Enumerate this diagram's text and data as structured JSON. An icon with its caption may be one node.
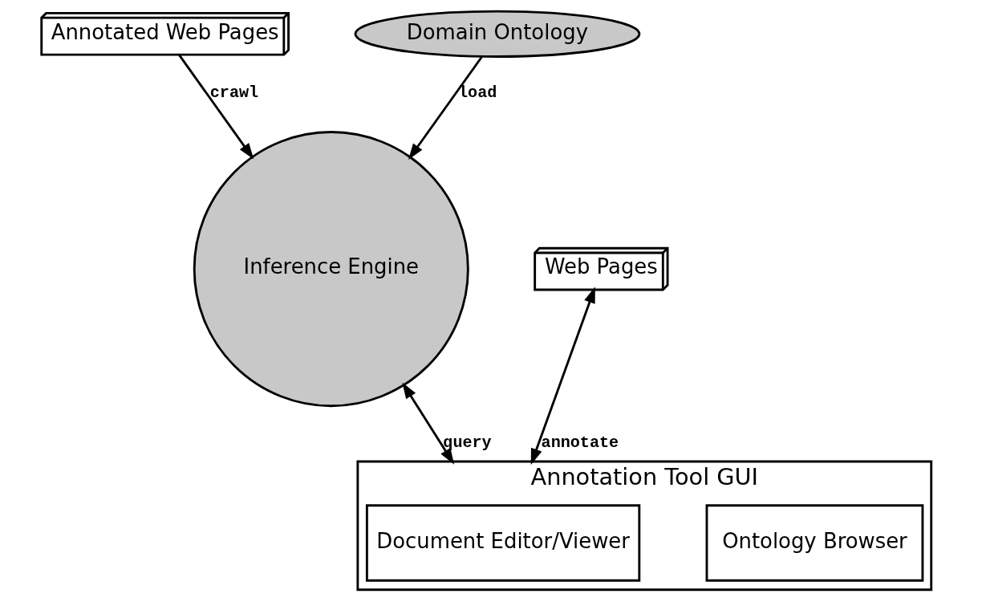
{
  "diagram": {
    "nodes": [
      {
        "text": [
          "Annotated Web Pages"
        ]
      },
      {
        "text": [
          "Domain Ontology"
        ]
      },
      {
        "text": [
          "Web Pages"
        ]
      },
      {
        "text": [
          "Inference Engine"
        ]
      },
      {
        "text": [
          "Annotation Tool GUI"
        ]
      },
      {
        "text": [
          "Ontology Browser"
        ],
        "in": 4
      },
      {
        "text": [
          "Document Editor/Viewer"
        ],
        "in": 4
      }
    ],
    "edges": [
      {
        "from": 0,
        "to": 3,
        "arrow": "to",
        "label": "crawl"
      },
      {
        "from": 1,
        "to": 3,
        "arrow": "to",
        "label": "load"
      },
      {
        "from": 2,
        "to": 4,
        "arrow": "both",
        "label": "annotate"
      },
      {
        "from": 3,
        "to": 4,
        "arrow": "both",
        "label": "query"
      }
    ]
  }
}
